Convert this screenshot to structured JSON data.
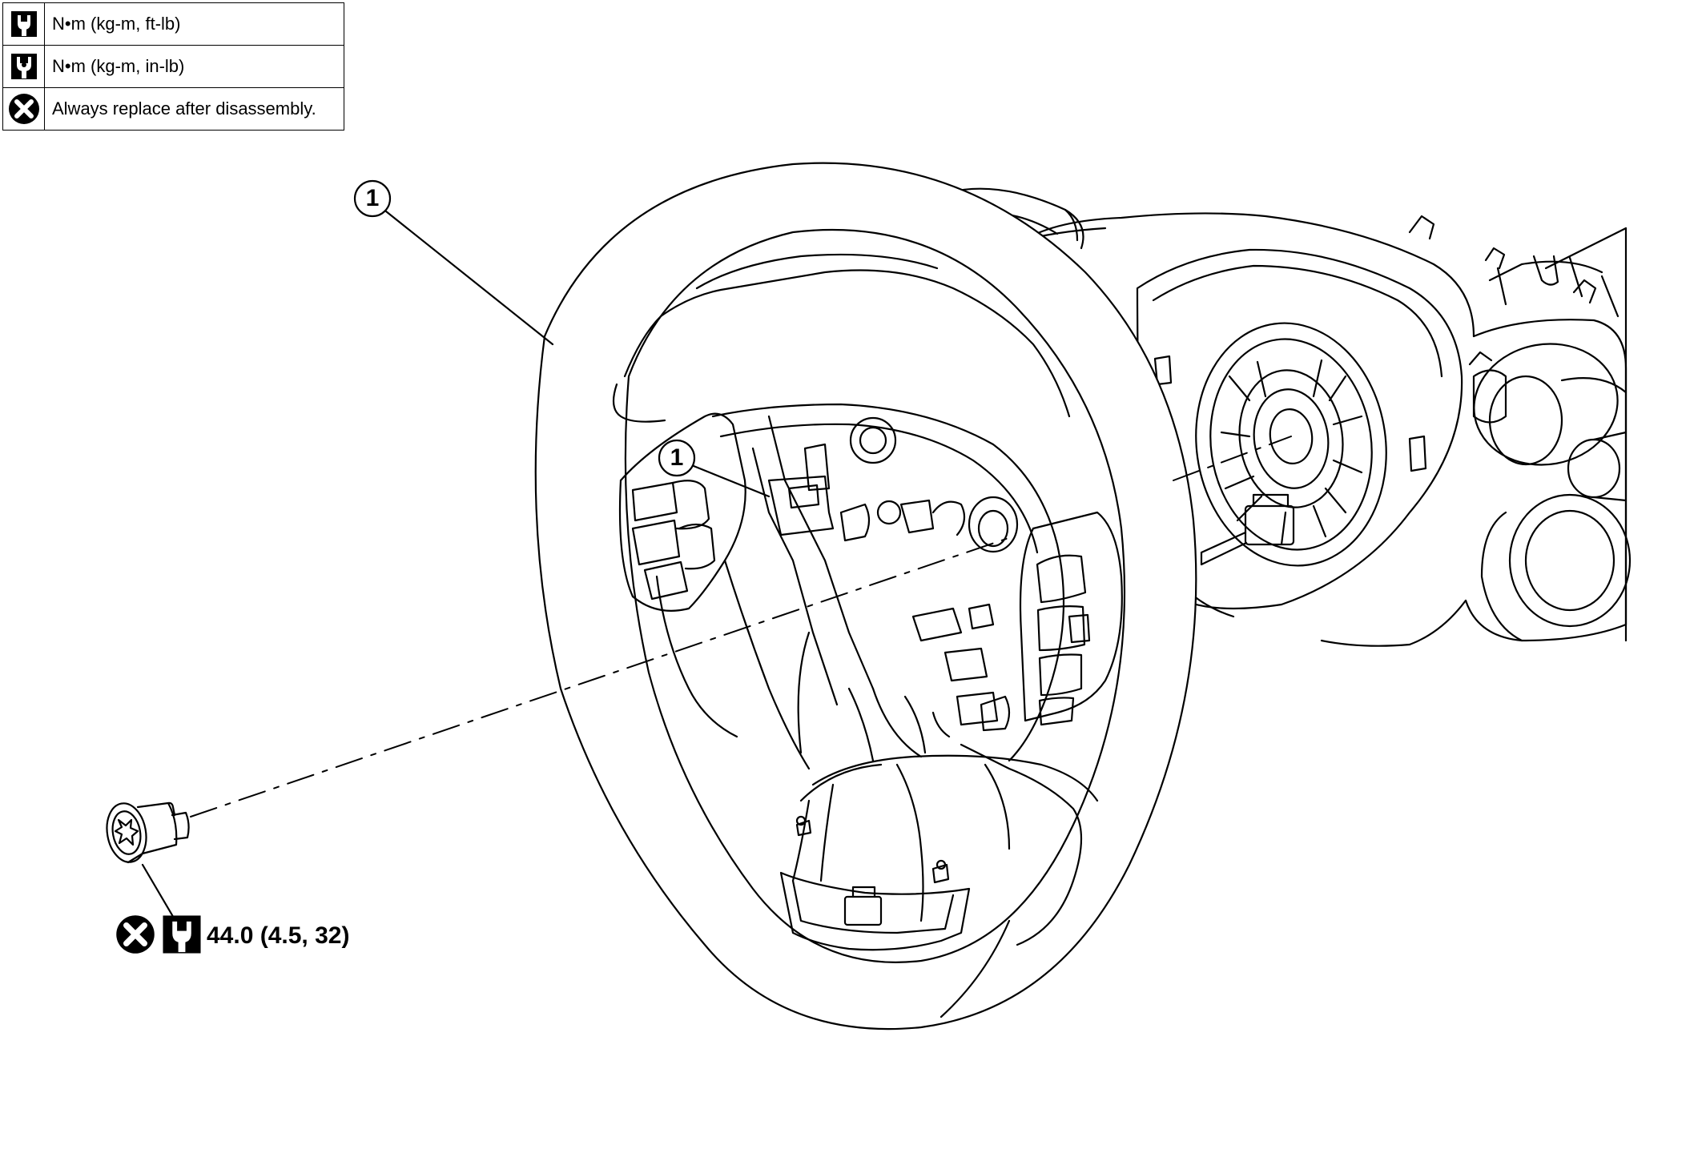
{
  "legend": {
    "rows": [
      {
        "icon": "torque-wrench-icon",
        "text": "N•m (kg-m, ft-lb)"
      },
      {
        "icon": "torque-wrench-small-icon",
        "text": "N•m (kg-m, in-lb)"
      },
      {
        "icon": "replace-x-icon",
        "text": "Always replace after disassembly."
      }
    ]
  },
  "callouts": {
    "steering_wheel": "1",
    "bracket": "1"
  },
  "bolt_spec": {
    "torque_text": "44.0 (4.5, 32)",
    "icons": [
      "replace-x-icon",
      "torque-wrench-icon"
    ]
  }
}
